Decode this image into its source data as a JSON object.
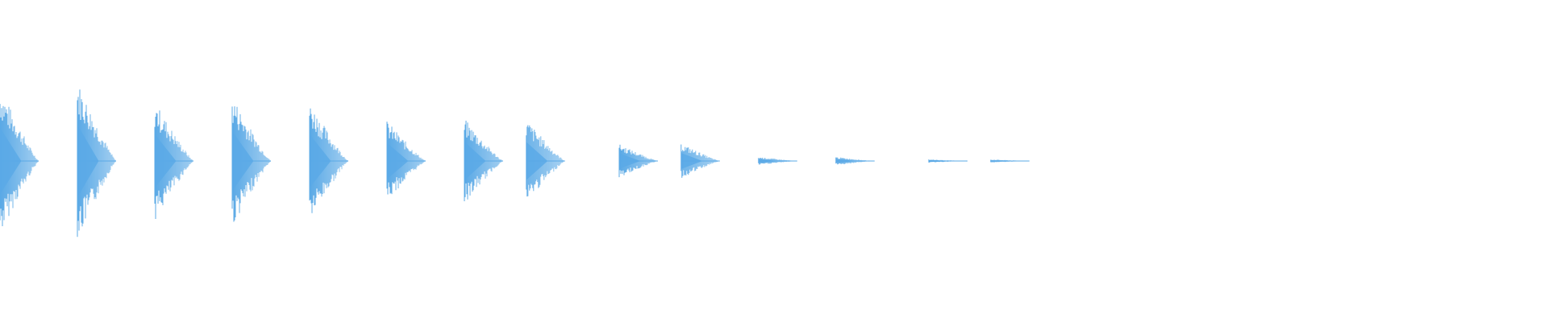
{
  "waveform": {
    "color": "#5aa9e6",
    "background": "#ffffff",
    "bursts": [
      {
        "time": 0.0,
        "amplitude": 0.92
      },
      {
        "time": 0.05,
        "amplitude": 1.0
      },
      {
        "time": 0.1,
        "amplitude": 0.74
      },
      {
        "time": 0.15,
        "amplitude": 0.82
      },
      {
        "time": 0.2,
        "amplitude": 0.74
      },
      {
        "time": 0.25,
        "amplitude": 0.5
      },
      {
        "time": 0.3,
        "amplitude": 0.53
      },
      {
        "time": 0.34,
        "amplitude": 0.52
      },
      {
        "time": 0.4,
        "amplitude": 0.21
      },
      {
        "time": 0.44,
        "amplitude": 0.22
      },
      {
        "time": 0.49,
        "amplitude": 0.05
      },
      {
        "time": 0.54,
        "amplitude": 0.05
      },
      {
        "time": 0.6,
        "amplitude": 0.02
      },
      {
        "time": 0.64,
        "amplitude": 0.02
      }
    ]
  }
}
